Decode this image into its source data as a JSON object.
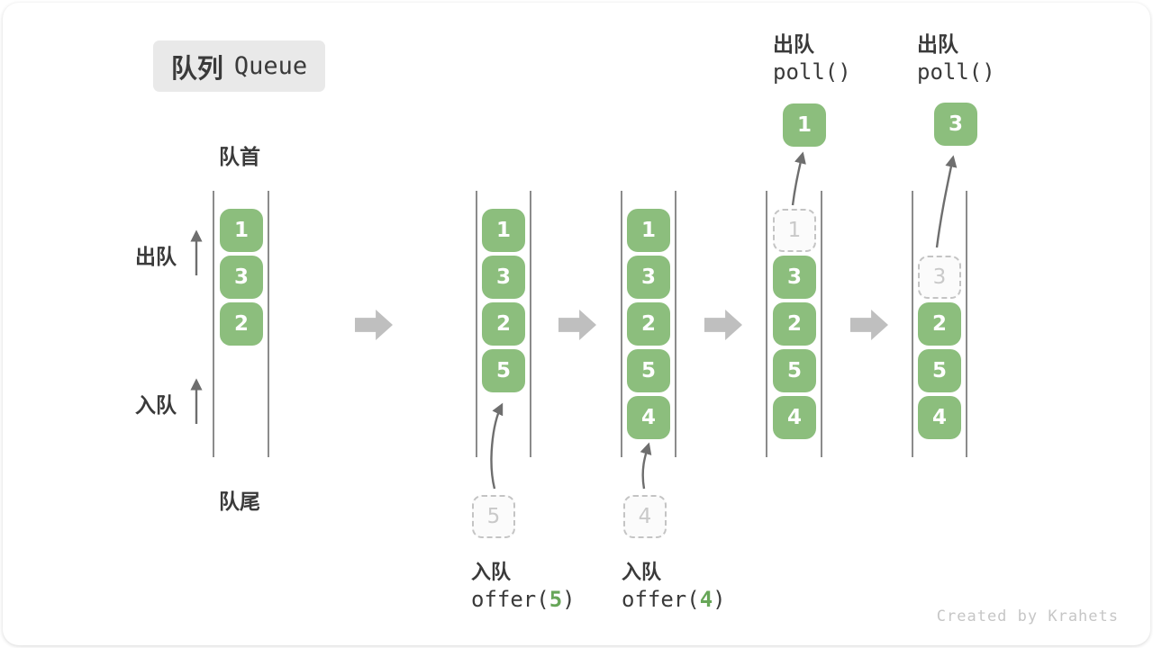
{
  "title": {
    "zh": "队列",
    "en": "Queue"
  },
  "side_labels": {
    "front": "队首",
    "rear": "队尾",
    "dequeue": "出队",
    "enqueue": "入队"
  },
  "watermark": "Created by Krahets",
  "colors": {
    "box-green": "#8CBE7D",
    "accent-green": "#67A658",
    "arrow-gray": "#BFBFBF",
    "stroke-gray": "#5A5A5A",
    "dashed-border": "#C4C4C4",
    "dashed-text": "#C9C9C9",
    "text-dark": "#3A3A3A",
    "title-bg": "#E9E9E9",
    "watermark-gray": "#C6C6C6"
  },
  "stages": [
    {
      "boxes": {
        "s1": "1",
        "s2": "3",
        "s3": "2"
      }
    },
    {
      "boxes": {
        "s1": "1",
        "s2": "3",
        "s3": "2",
        "s4": "5"
      },
      "incoming": "5",
      "op_label": "入队",
      "op_code_pre": "offer(",
      "op_arg": "5",
      "op_code_post": ")"
    },
    {
      "boxes": {
        "s1": "1",
        "s2": "3",
        "s3": "2",
        "s4": "5",
        "s5": "4"
      },
      "incoming": "4",
      "op_label": "入队",
      "op_code_pre": "offer(",
      "op_arg": "4",
      "op_code_post": ")"
    },
    {
      "ghost": "1",
      "boxes": {
        "s2": "3",
        "s3": "2",
        "s4": "5",
        "s5": "4"
      },
      "out_value": "1",
      "op_label": "出队",
      "op_code": "poll()"
    },
    {
      "ghost": "3",
      "boxes": {
        "s3": "2",
        "s4": "5",
        "s5": "4"
      },
      "out_value": "3",
      "op_label": "出队",
      "op_code": "poll()"
    }
  ]
}
